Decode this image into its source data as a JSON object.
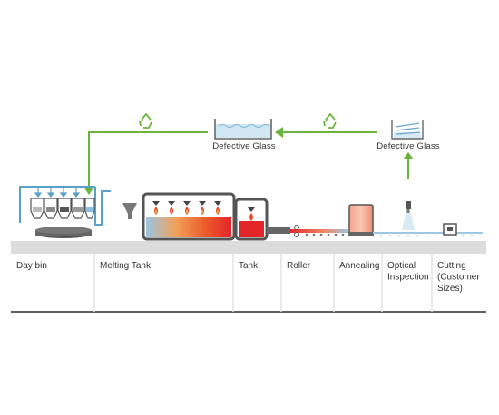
{
  "colors": {
    "recycle_arrow": "#6ab43e",
    "process_pipe": "#5aa0c8",
    "hot_glass": "#e5262a",
    "table_band": "#dcdcdc",
    "table_rule": "#2b2b2b",
    "divider": "#ffffff",
    "machine_outline": "#666666"
  },
  "icons": [
    "recycle-icon",
    "recycle-icon"
  ],
  "feedback": {
    "defective_glass_left": "Defective Glass",
    "defective_glass_right": "Defective Glass"
  },
  "stages": [
    {
      "lines": [
        "Day bin"
      ]
    },
    {
      "lines": [
        "Melting Tank"
      ]
    },
    {
      "lines": [
        "Tank"
      ]
    },
    {
      "lines": [
        "Roller"
      ]
    },
    {
      "lines": [
        "Annealing"
      ]
    },
    {
      "lines": [
        "Optical",
        "Inspection"
      ]
    },
    {
      "lines": [
        "Cutting",
        "(Customer",
        "Sizes)"
      ]
    }
  ]
}
